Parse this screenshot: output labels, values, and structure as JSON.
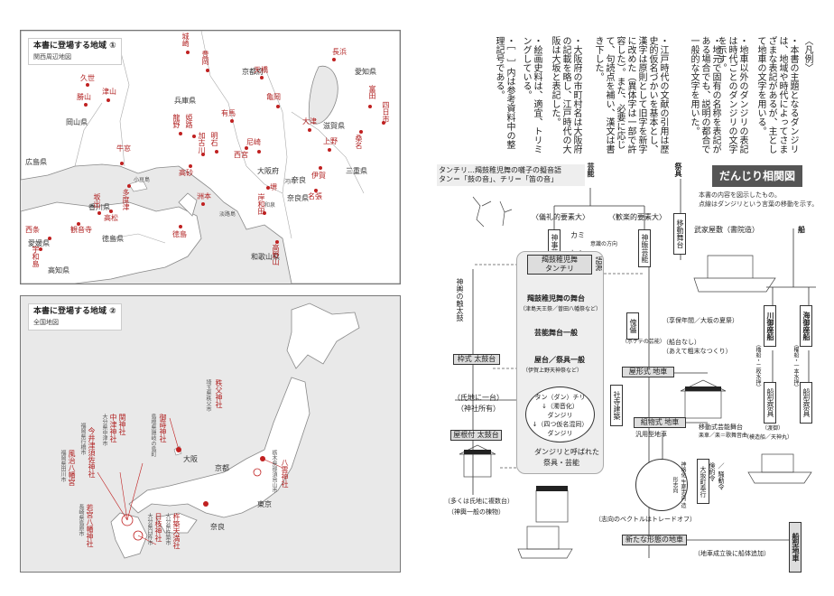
{
  "map1": {
    "title": "本書に登場する地域 ①",
    "subtitle": "関西周辺地図",
    "prefectures": [
      "京都府",
      "兵庫県",
      "滋賀県",
      "岡山県",
      "広島県",
      "香川県",
      "徳島県",
      "高知県",
      "愛媛県",
      "大阪府",
      "奈良県",
      "三重県",
      "和歌山県",
      "愛知県"
    ],
    "places": [
      "城崎",
      "豊岡",
      "津山",
      "久世",
      "勝山",
      "牛窓",
      "尼崎",
      "西宮",
      "有馬",
      "姫路",
      "龍野",
      "加古川",
      "高砂",
      "明石",
      "亀岡",
      "天橋",
      "大津",
      "長浜",
      "富田",
      "四日市",
      "桑名",
      "上野",
      "岸和田",
      "堺",
      "淡路島",
      "小豆島",
      "観音寺",
      "高松",
      "坂出",
      "西条",
      "宇和島",
      "徳島",
      "洲本",
      "高野山",
      "伊賀",
      "名張",
      "多度津",
      "河内",
      "和泉",
      "奈良"
    ]
  },
  "map2": {
    "title": "本書に登場する地域 ②",
    "subtitle": "全国地図",
    "shrines": [
      "秩父神社",
      "御蒔神社",
      "関神社",
      "中津神社",
      "今井津須佐神社",
      "風治八幡宮",
      "若宮八幡神社",
      "杵築天満社",
      "日枝神社",
      "八雲神社"
    ],
    "places": [
      "埼玉県秩父市",
      "島根県隠岐の島町",
      "大分県中津市",
      "福岡県行橋市",
      "福岡県田川市",
      "長崎県島原市",
      "大分県杵築市",
      "大分県臼杵市",
      "栃木県那須烏山市",
      "大阪",
      "京都",
      "東京",
      "奈良"
    ]
  },
  "notes": {
    "heading": "〈凡例〉",
    "lines": [
      "・本書の主題となるダンジリは、地域や時代によってさまざまな表記があるが、主として地車の文字を用いる。",
      "・地車以外のダンジリの表記は時代ごとのダンジリの文字を示す。",
      "・地元で固有の名称を表記がある場合でも、説明の都合で一般的な文字を用いた。",
      "・江戸時代の文献の引用は歴史的仮名づかいを基本とし、漢字は原則として旧字を新字に改めた（異体字は一部で許容した）。また、必要に応じて、句読点を補い、漢文は書き下した。",
      "・大阪府の市町村名は大阪府の記載を略し、江戸時代の大阪は大坂と表記した。",
      "・絵画史料は、適宜、トリミングしている。",
      "・［　］内は参考資料中の整理記号である。"
    ]
  },
  "diagram": {
    "title": "だんじり相関図",
    "caption1": "本書の内容を図示したもの。",
    "caption2": "点線はダンジリという言葉の移動を示す。",
    "tanchiri1": "タンチリ…羯鼓稚児舞の囃子の擬音語",
    "tanchiri2": "タン＝「鼓の音」、チリ＝「笛の音」",
    "geino": "芸能",
    "sairei": "祭具",
    "gishiki": "〈儀礼的要素大〉",
    "kangei": "〈歓楽的要素大〉",
    "kami": "カミ",
    "hito": "ヒト",
    "ishiki": "意識の方向",
    "shinji_geino": "神事芸能",
    "shinsen_geino": "神賑芸能",
    "ido_butai": "移動舞台",
    "buke": "武家屋敷（書院造）",
    "fune": "船",
    "katsuko": "羯鼓稚児舞",
    "tanchiri": "タンチリ",
    "goyu": "語源",
    "mikoshi": "神輿の触太鼓",
    "katsuko_butai": "羯鼓稚児舞の舞台",
    "tsu": "（津島天王祭／曽田八幡祭など）",
    "geino_butai": "芸能舞台一般",
    "yatai": "屋台／祭具一般",
    "iga": "（伊賀上野天神祭など）",
    "bokete": "（ボケテの芸能）",
    "kyoho": "（享保年間／大坂の夏祭）",
    "funa_nashi": "（船台なし）",
    "arai": "（あえて粗末なつくり）",
    "yakata": "屋形式 地車",
    "jisha": "社寺建築",
    "kumimono": "組物式 地車",
    "hanyo": "汎用型地車",
    "idoshiki": "移動式芸能舞台",
    "raku": "楽車／楽＝歌舞音曲",
    "waku": "枠式 太鼓台",
    "ujiko": "（氏地に一台）",
    "jinja_shoyu": "（神社所有）",
    "yanetsuki": "屋根付 太鼓台",
    "tan": "タン（ダン）チリ",
    "nagon": "↓（濁音化）",
    "danjiri": "ダンジリ",
    "yotsu": "↓（四つ仮名混同）",
    "danjiri2": "ダンジリ",
    "yobareta": "ダンジリと呼ばれた",
    "saigu_geino": "祭具・芸能",
    "shinka": "神格化 生産志向 造形志向",
    "osaka_bugyo": "大坂町奉行",
    "kenyaku": "倹約令",
    "sodo": "／ 騒動令",
    "kawa_gozabune": "川御座船",
    "umi_gozabune": "海御座船",
    "kawa_note": "（櫓船・二枚水押）",
    "umi_note": "（櫂船・一本水押）",
    "funagata_saigu": "船型祭具",
    "funagata_saigu2": "船型祭具",
    "shinko": "（渡御）",
    "yoho": "（模造船／天神丸）",
    "ujiko_fukusu": "（多くは氏地に複数台）",
    "mikoshi_ippan": "（神輿一般の棟物）",
    "shiko": "（志向のベクトルはトレードオフ）",
    "aratana": "新たな形態の地車",
    "sekijo": "（地車成立後に船体追加）",
    "funagata_jiguruma": "船型地車"
  },
  "colors": {
    "accent_red": "#b02020",
    "title_bg": "#555555"
  }
}
